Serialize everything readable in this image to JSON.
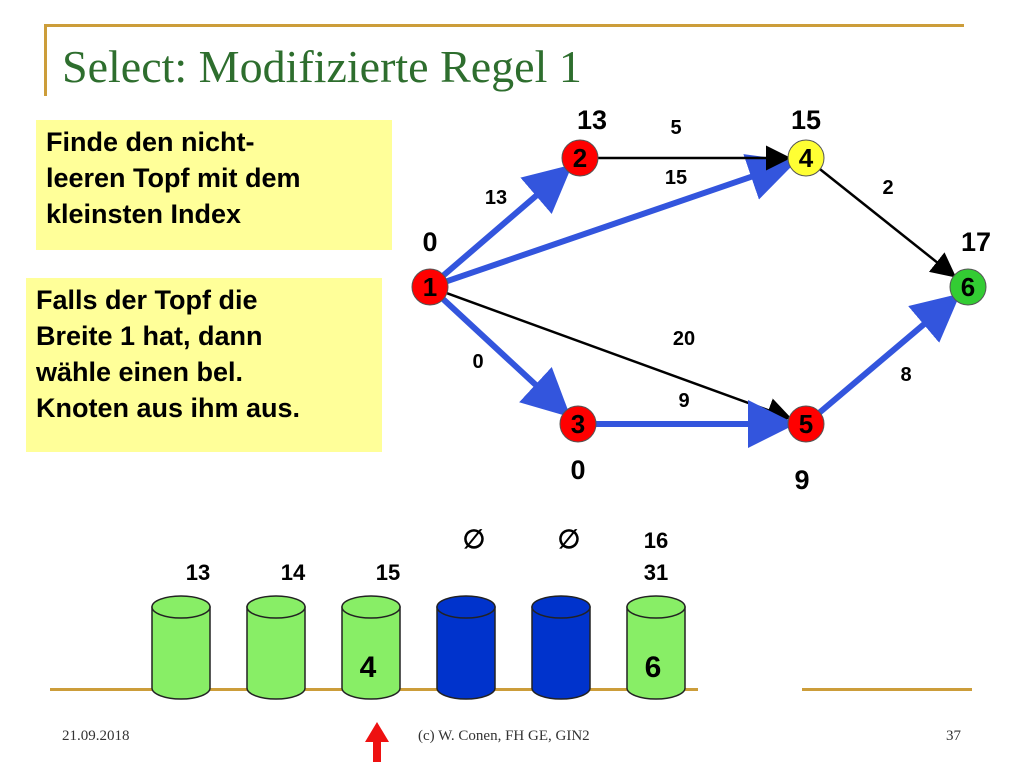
{
  "title": "Select: Modifizierte Regel 1",
  "notes": {
    "rule1": [
      "Finde den nicht-",
      "leeren Topf mit dem",
      "kleinsten Index"
    ],
    "rule2": [
      "Falls der Topf die",
      "Breite 1 hat, dann",
      "wähle einen bel.",
      "Knoten aus ihm aus."
    ]
  },
  "colors": {
    "node_red": "#ff0000",
    "node_yellow": "#ffff33",
    "node_green": "#33cc33",
    "edge_blue": "#3355dd",
    "edge_black": "#000000",
    "bucket_green": "#88ee66",
    "bucket_blue": "#0033cc",
    "arrow_red": "#ee1111",
    "title_green": "#2e6e2e",
    "note_bg": "#ffff99",
    "deco_gold": "#cc9d3a"
  },
  "graph": {
    "nodes": [
      {
        "id": "1",
        "label": "1",
        "distance": "0",
        "color": "node_red"
      },
      {
        "id": "2",
        "label": "2",
        "distance": "13",
        "color": "node_red"
      },
      {
        "id": "3",
        "label": "3",
        "distance": "0",
        "color": "node_red"
      },
      {
        "id": "4",
        "label": "4",
        "distance": "15",
        "color": "node_yellow"
      },
      {
        "id": "5",
        "label": "5",
        "distance": "9",
        "color": "node_red"
      },
      {
        "id": "6",
        "label": "6",
        "distance": "17",
        "color": "node_green"
      }
    ],
    "edges": [
      {
        "from": "1",
        "to": "2",
        "weight": "13",
        "highlighted": true
      },
      {
        "from": "1",
        "to": "4",
        "weight": "15",
        "highlighted": true
      },
      {
        "from": "1",
        "to": "3",
        "weight": "0",
        "highlighted": true
      },
      {
        "from": "1",
        "to": "5",
        "weight": "20",
        "highlighted": false
      },
      {
        "from": "2",
        "to": "4",
        "weight": "5",
        "highlighted": false
      },
      {
        "from": "4",
        "to": "6",
        "weight": "2",
        "highlighted": false
      },
      {
        "from": "3",
        "to": "5",
        "weight": "9",
        "highlighted": true
      },
      {
        "from": "5",
        "to": "6",
        "weight": "8",
        "highlighted": true
      }
    ]
  },
  "buckets": [
    {
      "top": "",
      "bottom": "13",
      "content": "",
      "color": "bucket_green"
    },
    {
      "top": "",
      "bottom": "14",
      "content": "",
      "color": "bucket_green"
    },
    {
      "top": "",
      "bottom": "15",
      "content": "4",
      "color": "bucket_green"
    },
    {
      "top": "∅",
      "bottom": "",
      "content": "",
      "color": "bucket_blue"
    },
    {
      "top": "∅",
      "bottom": "",
      "content": "",
      "color": "bucket_blue"
    },
    {
      "top": "16",
      "bottom": "31",
      "content": "6",
      "color": "bucket_green"
    }
  ],
  "selected_bucket": 2,
  "footer": {
    "date": "21.09.2018",
    "author": "(c) W. Conen, FH GE, GIN2",
    "page": "37"
  }
}
